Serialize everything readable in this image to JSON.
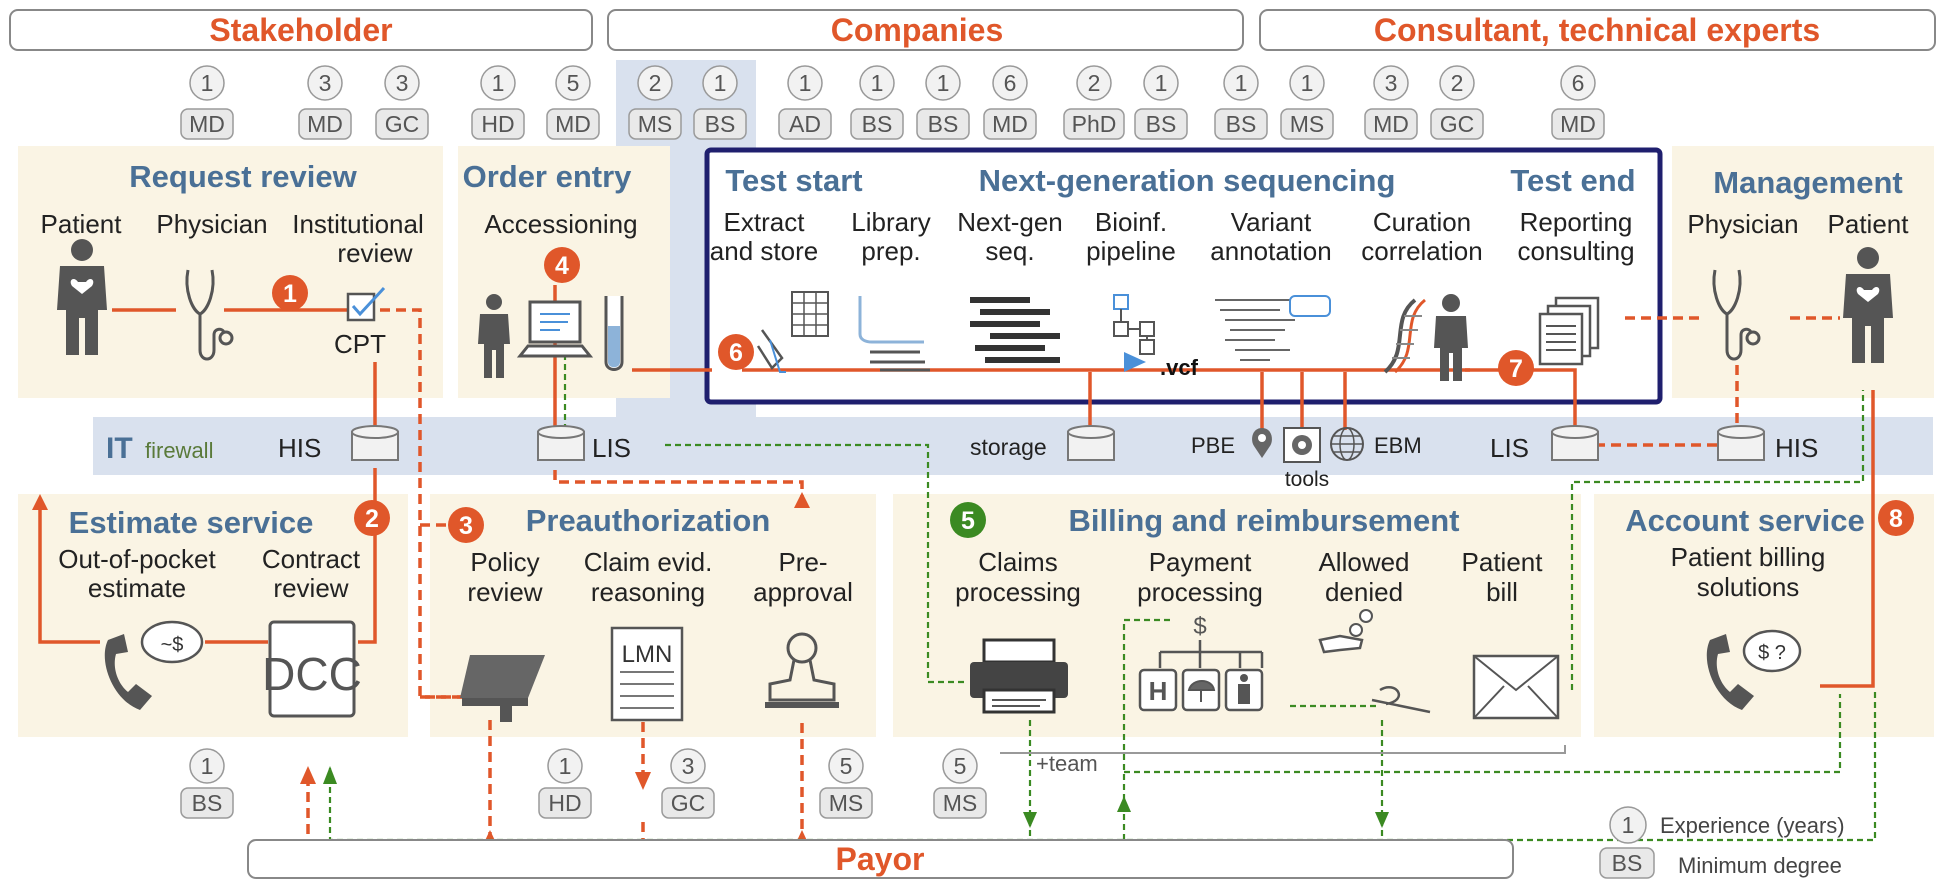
{
  "headers": [
    "Stakeholder",
    "Companies",
    "Consultant, technical experts"
  ],
  "experience_pills": [
    {
      "years": "1",
      "degree": "MD"
    },
    {
      "years": "3",
      "degree": "MD"
    },
    {
      "years": "3",
      "degree": "GC"
    },
    {
      "years": "1",
      "degree": "HD"
    },
    {
      "years": "5",
      "degree": "MD"
    },
    {
      "years": "2",
      "degree": "MS"
    },
    {
      "years": "1",
      "degree": "BS"
    },
    {
      "years": "1",
      "degree": "AD"
    },
    {
      "years": "1",
      "degree": "BS"
    },
    {
      "years": "1",
      "degree": "BS"
    },
    {
      "years": "6",
      "degree": "MD"
    },
    {
      "years": "2",
      "degree": "PhD"
    },
    {
      "years": "1",
      "degree": "BS"
    },
    {
      "years": "1",
      "degree": "BS"
    },
    {
      "years": "1",
      "degree": "MS"
    },
    {
      "years": "3",
      "degree": "MD"
    },
    {
      "years": "2",
      "degree": "GC"
    },
    {
      "years": "6",
      "degree": "MD"
    }
  ],
  "bottom_pills": [
    {
      "years": "1",
      "degree": "BS"
    },
    {
      "years": "1",
      "degree": "HD"
    },
    {
      "years": "3",
      "degree": "GC"
    },
    {
      "years": "5",
      "degree": "MS"
    },
    {
      "years": "5",
      "degree": "MS"
    }
  ],
  "sections": {
    "request_review": {
      "title": "Request review",
      "patient": "Patient",
      "physician": "Physician",
      "institutional_1": "Institutional",
      "institutional_2": "review",
      "cpt": "CPT"
    },
    "order_entry": {
      "title": "Order entry",
      "accessioning": "Accessioning"
    },
    "test_start": {
      "title": "Test start"
    },
    "ngs": {
      "title": "Next-generation sequencing"
    },
    "test_end": {
      "title": "Test end"
    },
    "management": {
      "title": "Management",
      "physician": "Physician",
      "patient": "Patient"
    },
    "estimate": {
      "title": "Estimate service",
      "oop_1": "Out-of-pocket",
      "oop_2": "estimate",
      "contract_1": "Contract",
      "contract_2": "review",
      "dcc": "DCC"
    },
    "preauth": {
      "title": "Preauthorization",
      "policy_1": "Policy",
      "policy_2": "review",
      "claim_1": "Claim evid.",
      "claim_2": "reasoning",
      "pre_1": "Pre-",
      "pre_2": "approval",
      "lmn": "LMN"
    },
    "billing": {
      "title": "Billing and reimbursement",
      "claims_1": "Claims",
      "claims_2": "processing",
      "payment_1": "Payment",
      "payment_2": "processing",
      "allowed_1": "Allowed",
      "allowed_2": "denied",
      "bill_1": "Patient",
      "bill_2": "bill",
      "h": "H"
    },
    "account": {
      "title": "Account service",
      "pb_1": "Patient billing",
      "pb_2": "solutions"
    }
  },
  "pipeline_steps": [
    {
      "l1": "Extract",
      "l2": "and store"
    },
    {
      "l1": "Library",
      "l2": "prep."
    },
    {
      "l1": "Next-gen",
      "l2": "seq."
    },
    {
      "l1": "Bioinf.",
      "l2": "pipeline"
    },
    {
      "l1": "Variant",
      "l2": "annotation"
    },
    {
      "l1": "Curation",
      "l2": "correlation"
    },
    {
      "l1": "Reporting",
      "l2": "consulting"
    }
  ],
  "it": {
    "it": "IT",
    "firewall": "firewall",
    "his": "HIS",
    "lis": "LIS",
    "storage": "storage",
    "pbe": "PBE",
    "ebm": "EBM",
    "tools": "tools",
    "lis2": "LIS",
    "his2": "HIS",
    "vcf": ".vcf"
  },
  "badges": [
    "1",
    "2",
    "3",
    "4",
    "5",
    "6",
    "7",
    "8"
  ],
  "misc": {
    "team": "+team",
    "payor": "Payor",
    "dollar": "$",
    "oop_bubble": "~$",
    "acct_bubble": "$ ?"
  },
  "legend": {
    "years": "1",
    "years_label": "Experience (years)",
    "degree": "BS",
    "degree_label": "Minimum degree"
  },
  "colors": {
    "accent": "#e0572a",
    "title_blue": "#4a7096",
    "panel": "#faf4e4",
    "it_band": "#d9e1ee",
    "ngs_border": "#1f1f6e",
    "green": "#3b8a22",
    "badge_green": "#3b8a22"
  }
}
